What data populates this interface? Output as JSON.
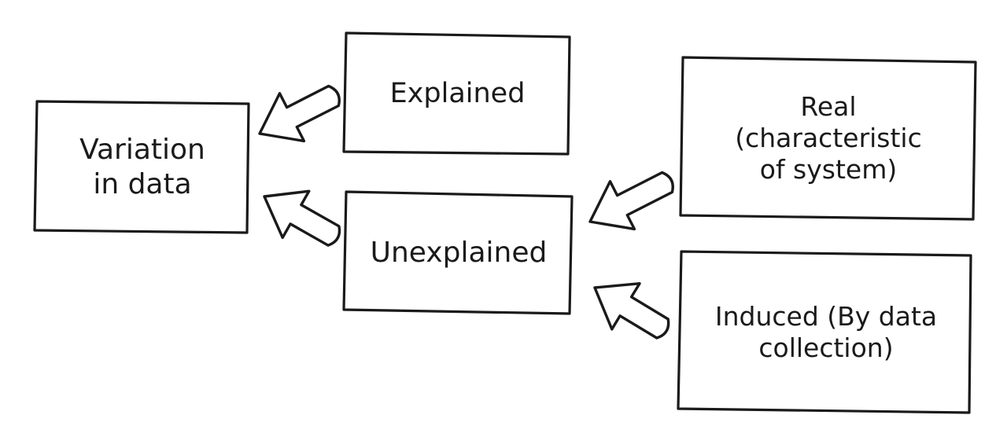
{
  "nodes": {
    "variation": {
      "text": "Variation\nin data"
    },
    "explained": {
      "text": "Explained"
    },
    "unexplained": {
      "text": "Unexplained"
    },
    "real": {
      "text": "Real\n(characteristic\nof system)"
    },
    "induced": {
      "text": "Induced (By data\ncollection)"
    }
  },
  "edges": [
    {
      "from": "explained",
      "to": "variation"
    },
    {
      "from": "unexplained",
      "to": "variation"
    },
    {
      "from": "real",
      "to": "unexplained"
    },
    {
      "from": "induced",
      "to": "unexplained"
    }
  ],
  "colors": {
    "stroke": "#1a1a1a",
    "fill": "#ffffff",
    "background": "#ffffff"
  }
}
